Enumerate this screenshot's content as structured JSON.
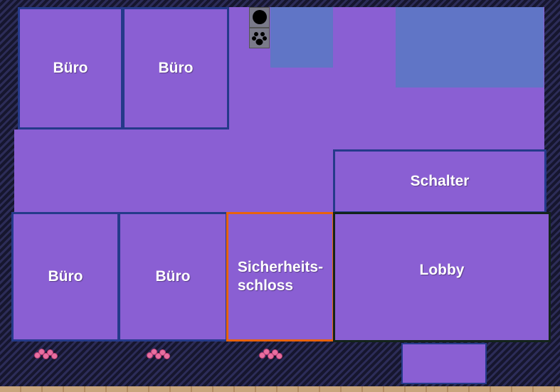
{
  "scene": {
    "rooms": [
      {
        "id": "office-1",
        "label": "Büro",
        "type": "office",
        "color": "#77aadd"
      },
      {
        "id": "office-2",
        "label": "Büro",
        "type": "office",
        "color": "#77aadd"
      },
      {
        "id": "office-3",
        "label": "Büro",
        "type": "office",
        "color": "#77aadd"
      },
      {
        "id": "office-4",
        "label": "Büro",
        "type": "office",
        "color": "#77aadd"
      },
      {
        "id": "counter",
        "label": "Schalter",
        "type": "counter",
        "color": "#77aadd"
      },
      {
        "id": "vault",
        "label_line1": "Sicherheits-",
        "label_line2": "schloss",
        "type": "vault",
        "color": "#ff9e3d"
      },
      {
        "id": "lobby",
        "label": "Lobby",
        "type": "lobby",
        "color": "#003c1e"
      }
    ],
    "colors": {
      "floor_green": "#5b9c37",
      "unassigned_blue": "#6075c6",
      "office_blue": "#77aadd",
      "vault_orange": "#ff9e3d",
      "lobby_dark_green": "#003c1e",
      "wall_navy": "#253a8a",
      "grid_marker": "#8a5fd3"
    },
    "icons": [
      "black-circle-icon",
      "paw-print-icon",
      "flower-bed-icon"
    ]
  }
}
